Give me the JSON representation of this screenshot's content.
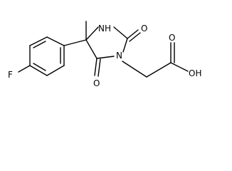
{
  "molecule": {
    "atoms": {
      "fluorine": "F",
      "nh": "NH",
      "ring_o_top": "O",
      "ring_o_bottom": "O",
      "ring_n": "N",
      "acid_o": "O",
      "acid_oh": "OH"
    }
  }
}
